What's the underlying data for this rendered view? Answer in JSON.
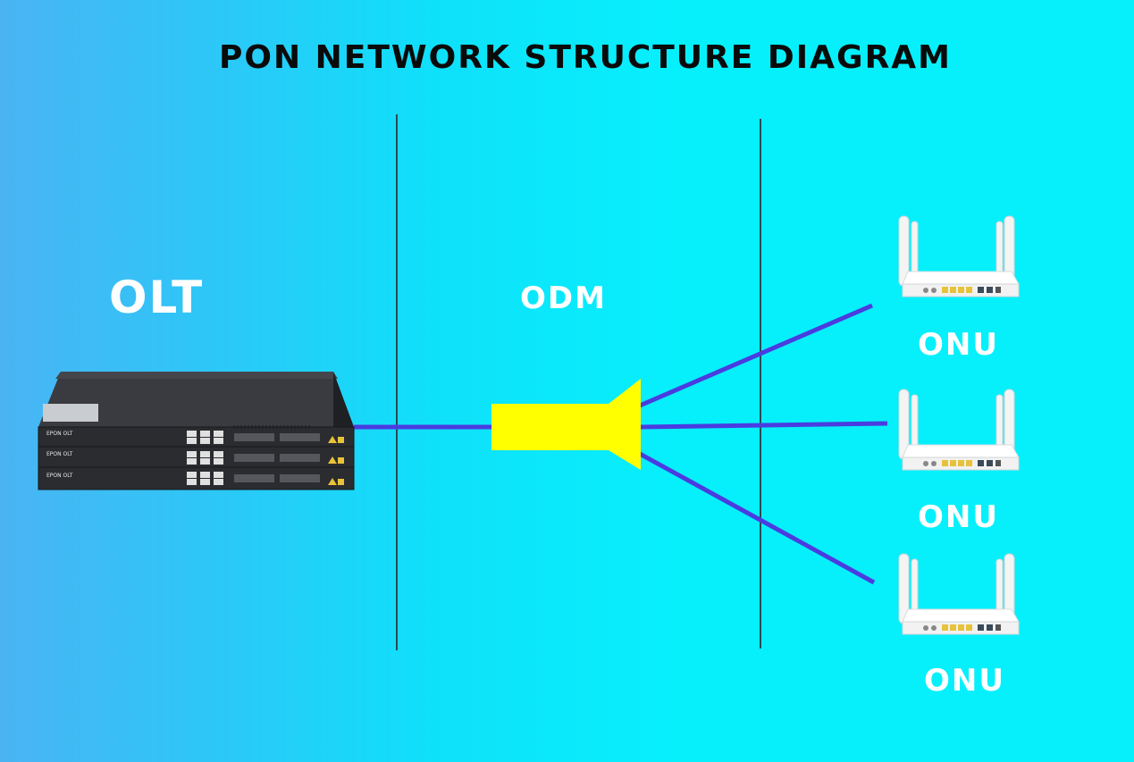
{
  "title": "PON NETWORK STRUCTURE DIAGRAM",
  "sections": {
    "olt": "OLT",
    "odm": "ODM"
  },
  "onus": [
    {
      "label": "ONU"
    },
    {
      "label": "ONU"
    },
    {
      "label": "ONU"
    }
  ],
  "olt_device": {
    "unit_label": "EPON OLT"
  },
  "colors": {
    "fiber": "#4a3ce0",
    "splitter": "#ffff00",
    "divider": "#2a4a55",
    "olt_body": "#2b2c30",
    "router_body": "#ffffff",
    "router_ports": "#e8c23a"
  },
  "icons": [
    "olt-chassis-icon",
    "splitter-icon",
    "router-icon"
  ]
}
